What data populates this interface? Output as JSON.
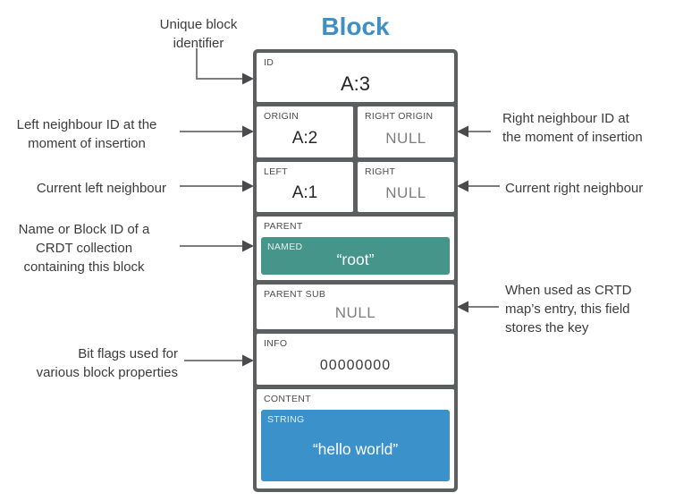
{
  "title": "Block",
  "block": {
    "id": {
      "label": "ID",
      "value": "A:3"
    },
    "origin": {
      "label": "ORIGIN",
      "value": "A:2"
    },
    "right_origin": {
      "label": "RIGHT ORIGIN",
      "value": "NULL"
    },
    "left": {
      "label": "LEFT",
      "value": "A:1"
    },
    "right": {
      "label": "RIGHT",
      "value": "NULL"
    },
    "parent": {
      "label": "PARENT",
      "tag": "NAMED",
      "value": "“root”"
    },
    "parent_sub": {
      "label": "PARENT SUB",
      "value": "NULL"
    },
    "info": {
      "label": "INFO",
      "value": "00000000"
    },
    "content": {
      "label": "CONTENT",
      "tag": "STRING",
      "value": "“hello world”"
    }
  },
  "annotations": {
    "unique": {
      "lines": [
        "Unique block",
        "identifier"
      ]
    },
    "origin": {
      "lines": [
        "Left neighbour ID at the",
        "moment of insertion"
      ]
    },
    "left": {
      "lines": [
        "Current left neighbour"
      ]
    },
    "parent": {
      "lines": [
        "Name or Block ID of a",
        "CRDT collection",
        "containing this block"
      ]
    },
    "info": {
      "lines": [
        "Bit flags used for",
        "various block properties"
      ]
    },
    "right_origin": {
      "lines": [
        "Right neighbour ID at",
        "the moment of insertion"
      ]
    },
    "right": {
      "lines": [
        "Current right neighbour"
      ]
    },
    "parent_sub": {
      "lines": [
        "When used as CRTD",
        "map’s entry, this field",
        "stores the key"
      ]
    }
  },
  "colors": {
    "title": "#3e8fc4",
    "frame": "#5d5e60",
    "named_box": "#46958a",
    "string_box": "#3b92ca",
    "arrow_line": "#7d7d7d",
    "arrow_head": "#4a4a4b",
    "label_text": "#4d4d4d",
    "value_text": "#262626",
    "null_text": "#7e7e7e",
    "annotation_text": "#3c3c3c"
  }
}
